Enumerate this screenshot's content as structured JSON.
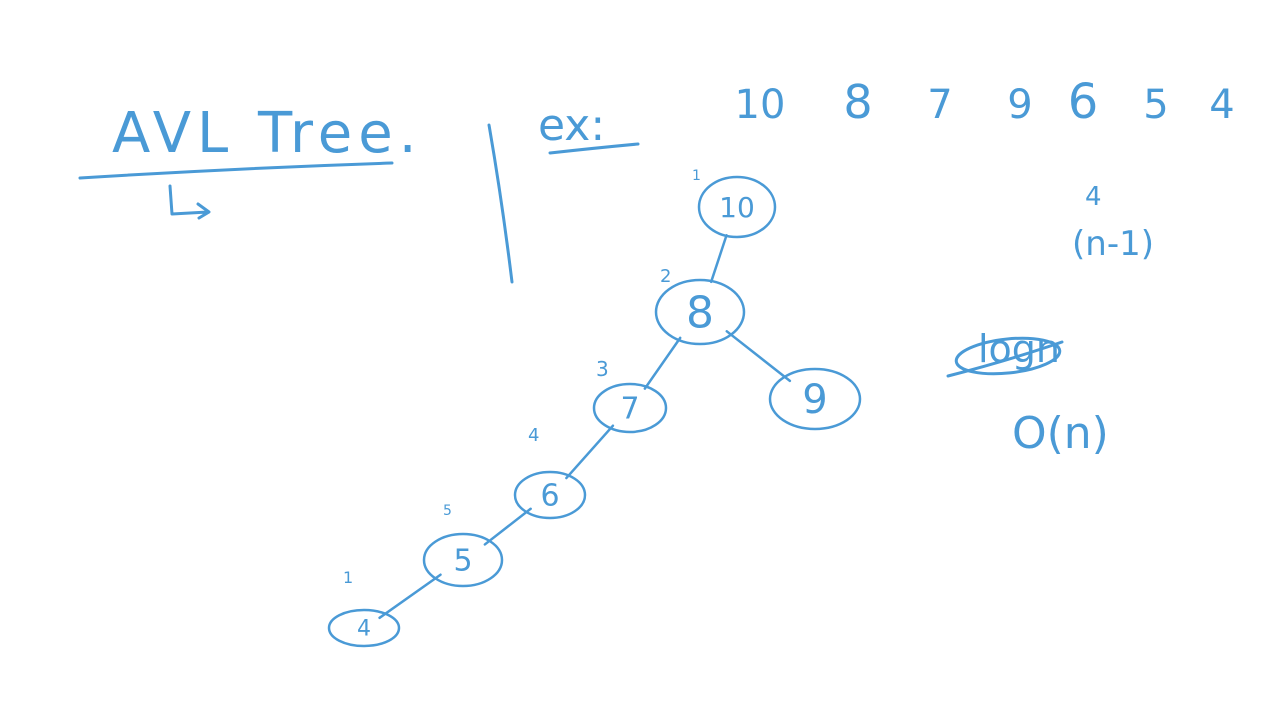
{
  "ink_color": "#4a9ad6",
  "title": "AVL Tree.",
  "example_label": "ex:",
  "sequence": [
    "10",
    "8",
    "7",
    "9",
    "6",
    "5",
    "4"
  ],
  "nodes": [
    {
      "id": "n10",
      "label": "10",
      "level": "1"
    },
    {
      "id": "n8",
      "label": "8",
      "level": "2"
    },
    {
      "id": "n7",
      "label": "7",
      "level": "3"
    },
    {
      "id": "n9",
      "label": "9",
      "level": ""
    },
    {
      "id": "n6",
      "label": "6",
      "level": "4"
    },
    {
      "id": "n5",
      "label": "5",
      "level": "5"
    },
    {
      "id": "n4",
      "label": "4",
      "level": "1"
    }
  ],
  "edges": [
    [
      "n10",
      "n8"
    ],
    [
      "n8",
      "n7"
    ],
    [
      "n8",
      "n9"
    ],
    [
      "n7",
      "n6"
    ],
    [
      "n6",
      "n5"
    ],
    [
      "n5",
      "n4"
    ]
  ],
  "notes": {
    "height": "4",
    "n_minus_1": "(n-1)",
    "log_n": "logn",
    "big_o": "O(n)"
  }
}
